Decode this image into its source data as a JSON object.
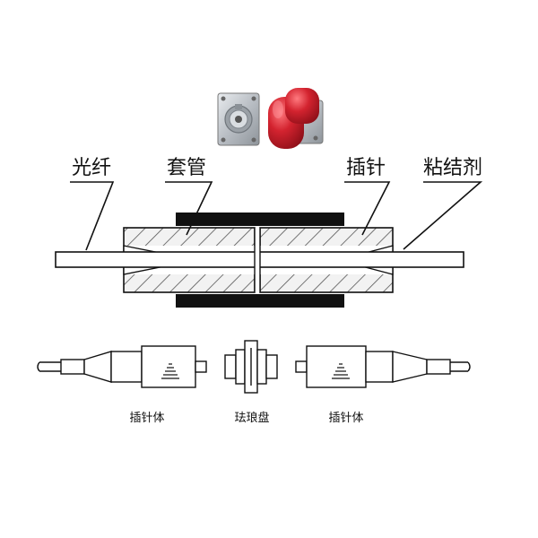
{
  "labels": {
    "fiber": "光纤",
    "sleeve": "套管",
    "ferrule": "插针",
    "adhesive": "粘结剂"
  },
  "bottom_labels": {
    "left_body": "插针体",
    "center": "珐琅盘",
    "right_body": "插针体"
  },
  "colors": {
    "black_sleeve": "#111111",
    "ferrule_fill": "#f2f2f2",
    "adapter_red": "#cc1e2c",
    "adapter_silver": "#c4c8cc"
  }
}
